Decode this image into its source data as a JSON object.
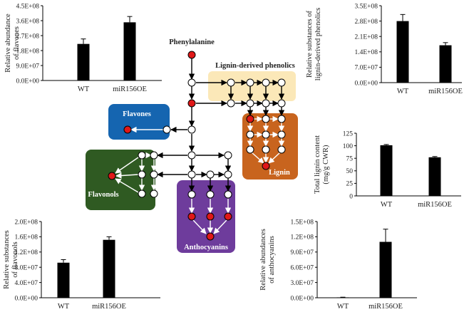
{
  "chart_data": [
    {
      "id": "flavones",
      "type": "bar",
      "categories": [
        "WT",
        "miR156OE"
      ],
      "values": [
        220000000,
        350000000
      ],
      "errors": [
        30000000,
        35000000
      ],
      "ylabel_lines": [
        "Relative abundance",
        "of flavones"
      ],
      "ylim": [
        0,
        450000000
      ],
      "yticks": [
        "0.0E+00",
        "9.0E+07",
        "1.8E+08",
        "2.7E+08",
        "3.6E+08",
        "4.5E+08"
      ]
    },
    {
      "id": "lignin_phenolics",
      "type": "bar",
      "categories": [
        "WT",
        "miR156OE"
      ],
      "values": [
        280000000,
        170000000
      ],
      "errors": [
        30000000,
        12000000
      ],
      "ylabel_lines": [
        "Relative substances of",
        "lignin-derived phenolics"
      ],
      "ylim": [
        0,
        350000000
      ],
      "yticks": [
        "0.0E+00",
        "7.0E+07",
        "1.4E+08",
        "2.1E+08",
        "2.8E+08",
        "3.5E+08"
      ]
    },
    {
      "id": "total_lignin",
      "type": "bar",
      "categories": [
        "WT",
        "miR156OE"
      ],
      "values": [
        101,
        77
      ],
      "errors": [
        1.5,
        1.5
      ],
      "ylabel_lines": [
        "Total lignin content",
        "(mg/g CWR)"
      ],
      "ylim": [
        0,
        125
      ],
      "yticks": [
        "0",
        "25",
        "50",
        "75",
        "100",
        "125"
      ]
    },
    {
      "id": "flavonols",
      "type": "bar",
      "categories": [
        "WT",
        "miR156OE"
      ],
      "values": [
        92000000,
        152000000
      ],
      "errors": [
        8000000,
        8000000
      ],
      "ylabel_lines": [
        "Relative substances",
        "of flavonols"
      ],
      "ylim": [
        0,
        200000000
      ],
      "yticks": [
        "0.0E+00",
        "4.0E+07",
        "8.0E+07",
        "1.2E+08",
        "1.6E+08",
        "2.0E+08"
      ]
    },
    {
      "id": "anthocyanins",
      "type": "bar",
      "categories": [
        "WT",
        "miR156OE"
      ],
      "values": [
        800000,
        110000000
      ],
      "errors": [
        300000,
        25000000
      ],
      "ylabel_lines": [
        "Relative abundances",
        "of anthocyanins"
      ],
      "ylim": [
        0,
        150000000
      ],
      "yticks": [
        "0.0E+00",
        "3.0E+07",
        "6.0E+07",
        "9.0E+07",
        "1.2E+08",
        "1.5E+08"
      ]
    }
  ],
  "pathway": {
    "start_label": "Phenylalanine",
    "lignin_phenolics_label": "Lignin-derived phenolics",
    "flavones_label": "Flavones",
    "lignin_label": "Lignin",
    "flavonols_label": "Flavonols",
    "anthocyanins_label": "Anthocyanins"
  },
  "colors": {
    "bar": "#000000",
    "flavones_box": "#1565b0",
    "lignin_box": "#c8641e",
    "flavonols_box": "#2f5a22",
    "anthocyanins_box": "#6e3c9c",
    "phenolics_box": "#fbe8b8",
    "red_node": "#e01818"
  }
}
